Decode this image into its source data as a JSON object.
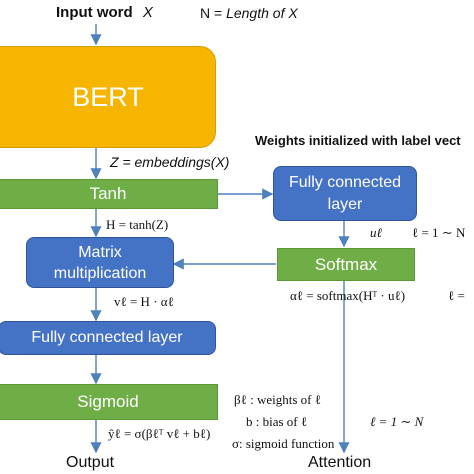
{
  "header": {
    "input_word": "Input word",
    "input_var": "X",
    "length_def_prefix": "N = ",
    "length_def_italic": "Length of X"
  },
  "blocks": {
    "bert": "BERT",
    "tanh": "Tanh",
    "matrix_mult": "Matrix multiplication",
    "fc_left": "Fully connected layer",
    "sigmoid": "Sigmoid",
    "fc_right": "Fully connected layer",
    "softmax": "Softmax"
  },
  "annotations": {
    "weights_init": "Weights initialized with label vect",
    "z_prefix": "Z = ",
    "z_value": "embeddings(X)",
    "h_eq": "H = tanh(Z)",
    "u_l": "uℓ",
    "l_range_1": "ℓ = 1 ∼ N",
    "alpha_eq": "αℓ =  softmax(Hᵀ · uℓ)",
    "l_eq_cut": "ℓ =",
    "v_eq": "vℓ = H · αℓ",
    "beta_def": "βℓ : weights of ℓ",
    "b_def": "b : bias of ℓ",
    "l_range_2": "ℓ = 1 ∼ N",
    "y_eq": "ŷℓ = σ(βℓᵀ vℓ + bℓ)",
    "sigma_def": "σ: sigmoid function"
  },
  "outputs": {
    "output": "Output",
    "attention": "Attention"
  },
  "colors": {
    "bert": "#f5b500",
    "green": "#6fad46",
    "blue": "#4472c4",
    "arrow": "#4f81bd"
  }
}
